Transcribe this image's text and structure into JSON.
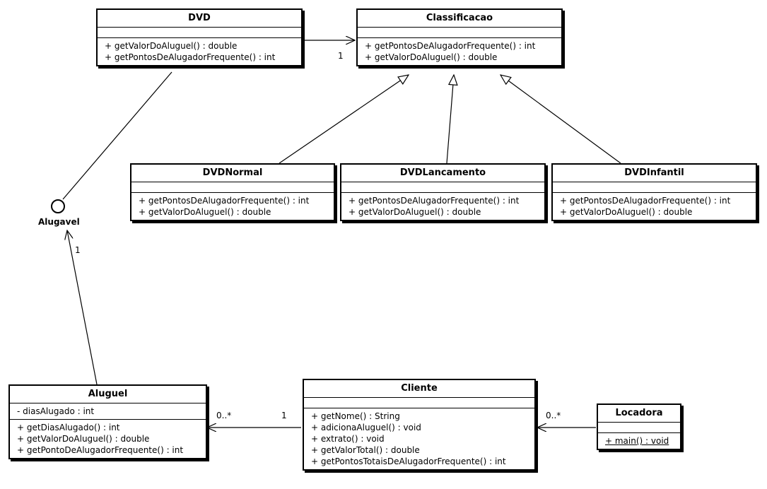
{
  "classes": {
    "dvd": {
      "name": "DVD",
      "operations": [
        "+ getValorDoAluguel() : double",
        "+ getPontosDeAlugadorFrequente() : int"
      ]
    },
    "classificacao": {
      "name": "Classificacao",
      "operations": [
        "+ getPontosDeAlugadorFrequente() : int",
        "+ getValorDoAluguel() : double"
      ]
    },
    "dvd_normal": {
      "name": "DVDNormal",
      "operations": [
        "+ getPontosDeAlugadorFrequente() : int",
        "+ getValorDoAluguel() : double"
      ]
    },
    "dvd_lancamento": {
      "name": "DVDLancamento",
      "operations": [
        "+ getPontosDeAlugadorFrequente() : int",
        "+ getValorDoAluguel() : double"
      ]
    },
    "dvd_infantil": {
      "name": "DVDInfantil",
      "operations": [
        "+ getPontosDeAlugadorFrequente() : int",
        "+ getValorDoAluguel() : double"
      ]
    },
    "aluguel": {
      "name": "Aluguel",
      "attributes": [
        "- diasAlugado : int"
      ],
      "operations": [
        "+ getDiasAlugado() : int",
        "+ getValorDoAluguel() : double",
        "+ getPontoDeAlugadorFrequente() : int"
      ]
    },
    "cliente": {
      "name": "Cliente",
      "operations": [
        "+ getNome() : String",
        "+ adicionaAluguel() : void",
        "+ extrato() : void",
        "+ getValorTotal() : double",
        "+ getPontosTotaisDeAlugadorFrequente() : int"
      ]
    },
    "locadora": {
      "name": "Locadora",
      "operations": [
        "+ main() : void"
      ]
    }
  },
  "interface": {
    "name": "Alugavel"
  },
  "multiplicities": {
    "dvd_classificacao": "1",
    "aluguel_alugavel": "1",
    "cliente_aluguel_source": "1",
    "cliente_aluguel_target": "0..*",
    "locadora_cliente": "0..*"
  }
}
